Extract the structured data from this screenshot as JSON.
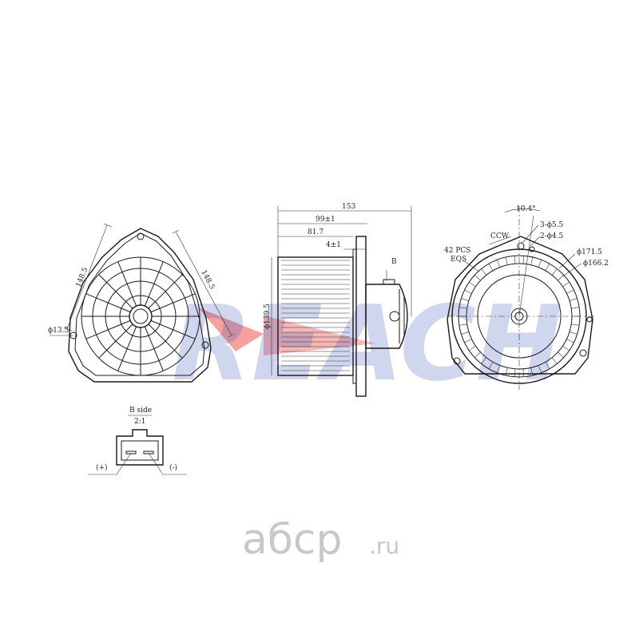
{
  "watermark": {
    "text": "REACH",
    "color": "#2f4bb5",
    "accent": "#e8302a"
  },
  "front_view": {
    "dim_diag_left": "148.5",
    "dim_diag_right": "148.5",
    "dim_hole": "ϕ13.5"
  },
  "side_view": {
    "dim_overall": "153",
    "dim_99": "99±1",
    "dim_81": "81.7",
    "dim_4": "4±1",
    "dim_wheel": "ϕ139.5",
    "view_mark": "B"
  },
  "rear_view": {
    "angle": "10.4°",
    "holes_a": "3-ϕ5.5",
    "holes_b": "2-ϕ4.5",
    "rotation": "CCW",
    "blades": "42 PCS",
    "blades_spacing": "EQS",
    "dia_outer": "ϕ171.5",
    "dia_inner": "ϕ166.2"
  },
  "connector_detail": {
    "title": "B side",
    "scale": "2:1",
    "plus": "(+)",
    "minus": "(-)"
  },
  "site_logo": {
    "text": "абср",
    "suffix": ".ru"
  }
}
